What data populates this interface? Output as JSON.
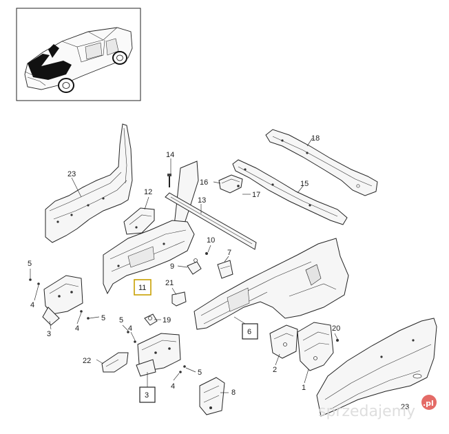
{
  "callouts": {
    "c1": "1",
    "c2": "2",
    "c3a": "3",
    "c3b": "3",
    "c4a": "4",
    "c4b": "4",
    "c4c": "4",
    "c4d": "4",
    "c5a": "5",
    "c5b": "5",
    "c5c": "5",
    "c5d": "5",
    "c6": "6",
    "c7": "7",
    "c8": "8",
    "c9": "9",
    "c10": "10",
    "c11": "11",
    "c12": "12",
    "c13": "13",
    "c14": "14",
    "c15": "15",
    "c16": "16",
    "c17": "17",
    "c18": "18",
    "c19": "19",
    "c20": "20",
    "c21": "21",
    "c22": "22",
    "c23a": "23",
    "c23b": "23"
  },
  "watermark": {
    "text": "sprzedajemy",
    "badge": ".pl"
  },
  "colors": {
    "highlight_box": "#c8a000",
    "watermark_badge": "#e0524d"
  }
}
